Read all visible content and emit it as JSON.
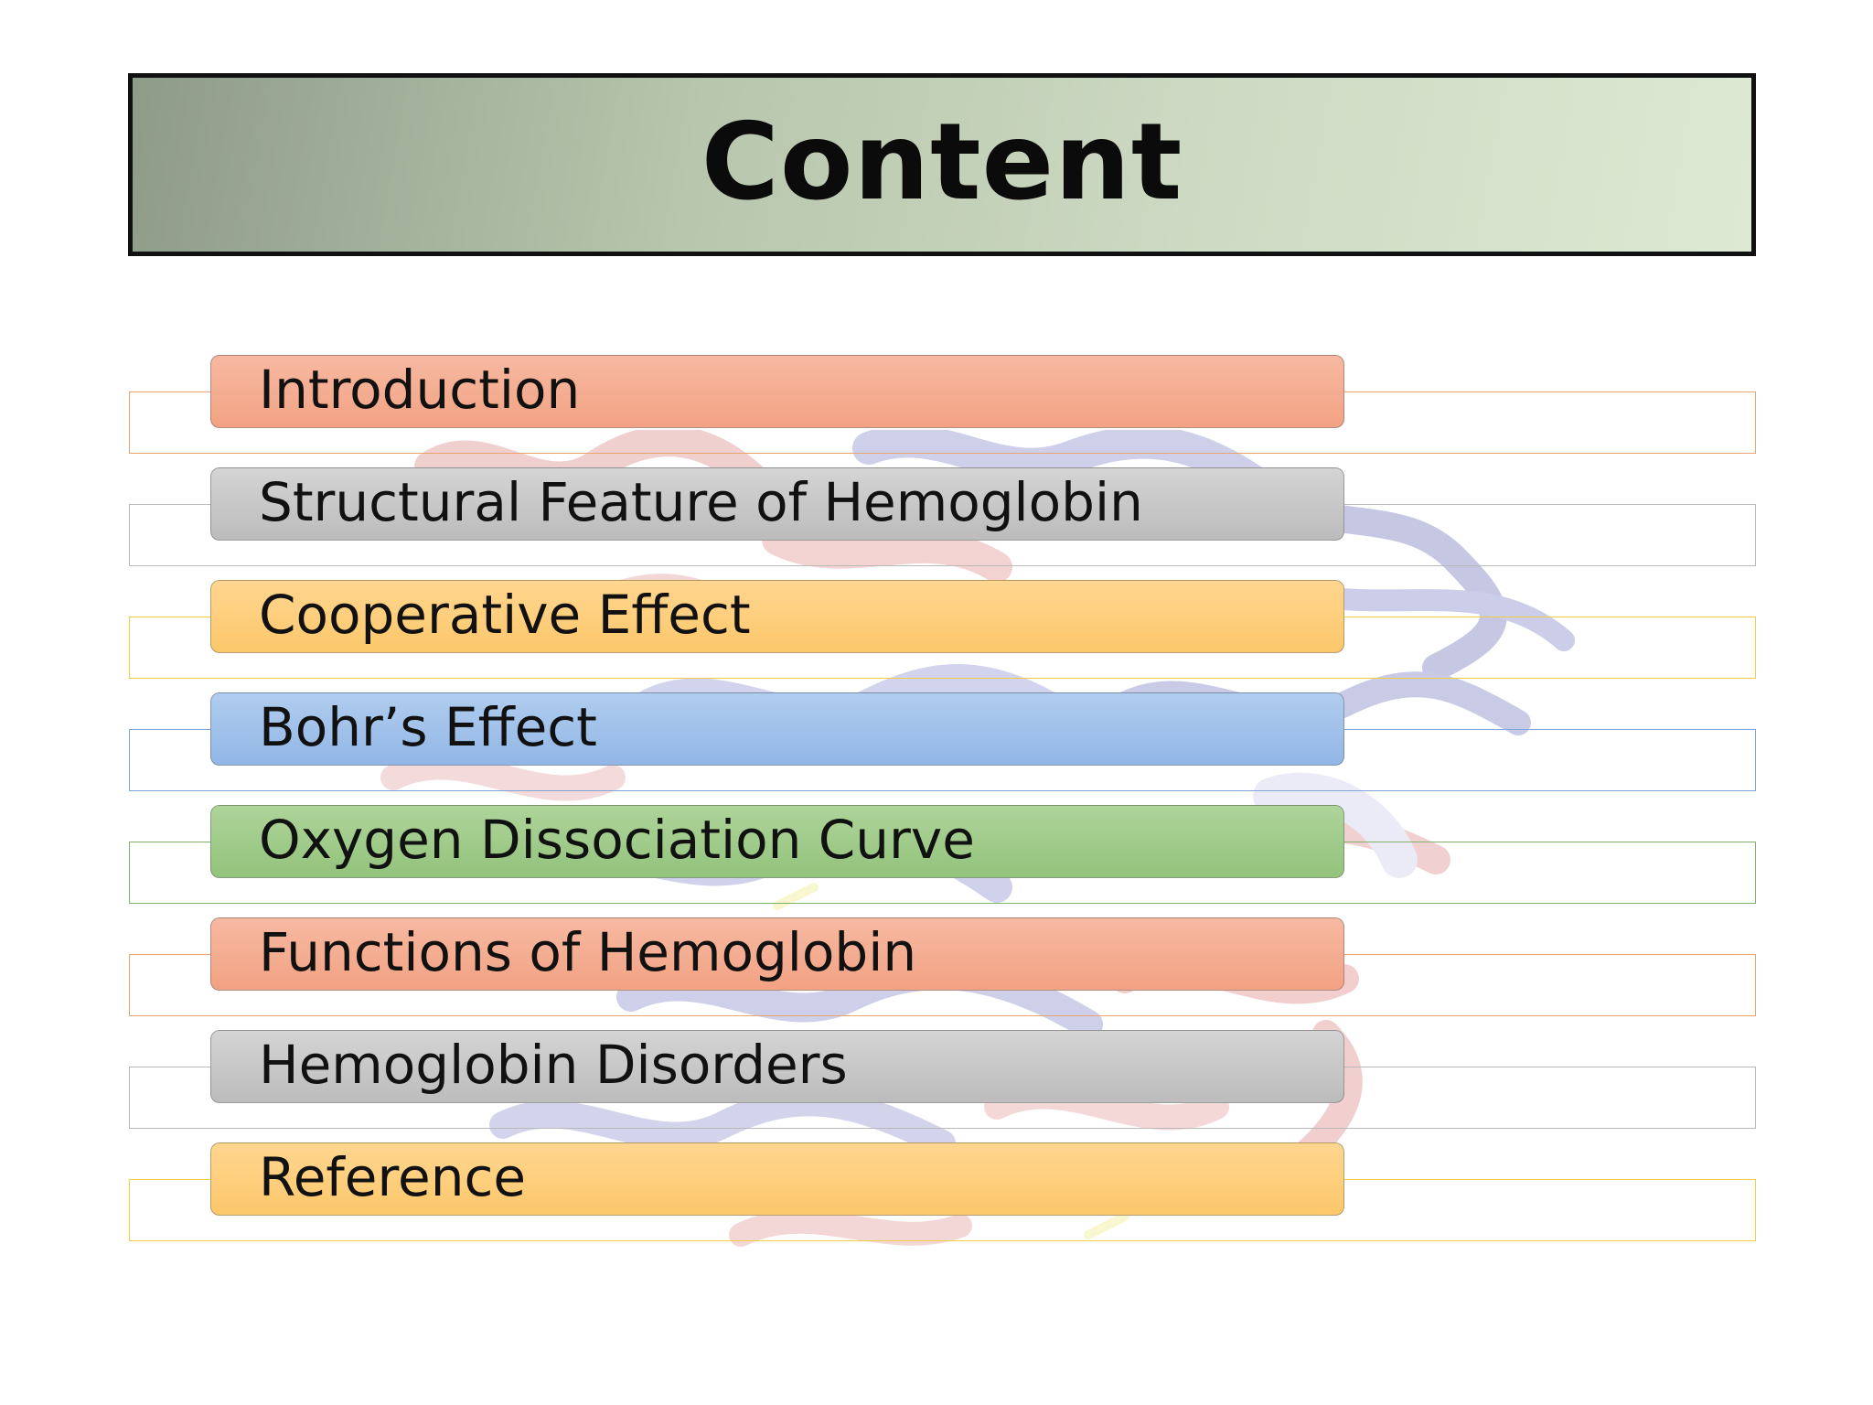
{
  "slide": {
    "title": "Content",
    "items": [
      {
        "label": "Introduction",
        "color": "#f3a283"
      },
      {
        "label": "Structural Feature of Hemoglobin",
        "color": "#bcbcbc"
      },
      {
        "label": "Cooperative Effect",
        "color": "#fcc76a"
      },
      {
        "label": "Bohr’s Effect",
        "color": "#91b6e6"
      },
      {
        "label": "Oxygen Dissociation Curve",
        "color": "#93c37c"
      },
      {
        "label": "Functions of Hemoglobin",
        "color": "#f3a283"
      },
      {
        "label": "Hemoglobin Disorders",
        "color": "#bcbcbc"
      },
      {
        "label": "Reference",
        "color": "#fcc76a"
      }
    ],
    "background_image": "hemoglobin-protein-ribbon-watermark"
  }
}
